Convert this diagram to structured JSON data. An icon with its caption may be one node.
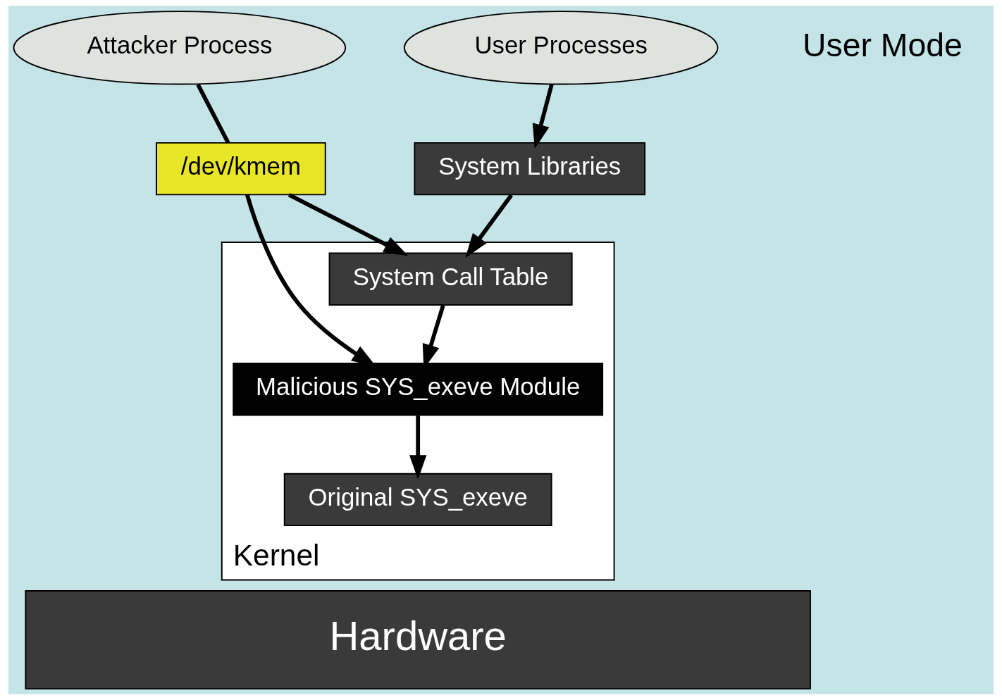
{
  "diagram": {
    "nodes": [
      {
        "text": [
          "Attacker Process"
        ]
      },
      {
        "text": [
          "User Processes"
        ]
      },
      {
        "text": [
          "System Libraries"
        ]
      },
      {
        "text": [
          "Kernel"
        ]
      },
      {
        "text": [
          "/dev/kmem"
        ]
      },
      {
        "text": [
          "System Call Table"
        ],
        "in": 3
      },
      {
        "text": [
          "Malicious SYS_exeve Module"
        ],
        "in": 3
      },
      {
        "text": [
          "Original SYS_exeve"
        ],
        "in": 3
      },
      {
        "text": [
          "Hardware"
        ]
      }
    ],
    "edges": [
      {
        "from": 0,
        "to": 4,
        "arrow": "none"
      },
      {
        "from": 1,
        "to": 2,
        "arrow": "to"
      },
      {
        "from": 2,
        "to": 5,
        "arrow": "to"
      },
      {
        "from": 4,
        "to": 5,
        "arrow": "to"
      },
      {
        "from": 5,
        "to": 6,
        "arrow": "to"
      },
      {
        "from": 4,
        "to": 6,
        "arrow": "to"
      },
      {
        "from": 6,
        "to": 7,
        "arrow": "to"
      }
    ],
    "labels": [
      "User Mode"
    ]
  }
}
